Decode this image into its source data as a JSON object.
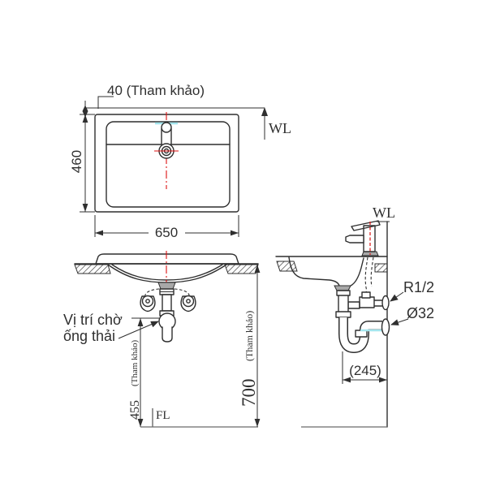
{
  "drawing": {
    "plan": {
      "faucet_offset_label": "40 (Tham khảo)",
      "depth_label": "460",
      "width_label": "650",
      "wall_line_label": "WL"
    },
    "front": {
      "drain_note_line1": "Vị trí chờ",
      "drain_note_line2": "ống thải",
      "trap_height_value": "455",
      "trap_height_note": "(Tham khảo)",
      "install_height_value": "700",
      "install_height_note": "(Tham khảo)",
      "floor_label": "FL"
    },
    "side": {
      "wall_line_label": "WL",
      "supply_connection_label": "R1/2",
      "drain_connection_label": "Ø32",
      "trap_wall_distance_label": "(245)"
    },
    "colors": {
      "line": "#2f2f2f",
      "centerline_red": "#dd1111",
      "accent_cyan": "#a5e6ee",
      "metal_gray": "#a8a8a8"
    }
  }
}
